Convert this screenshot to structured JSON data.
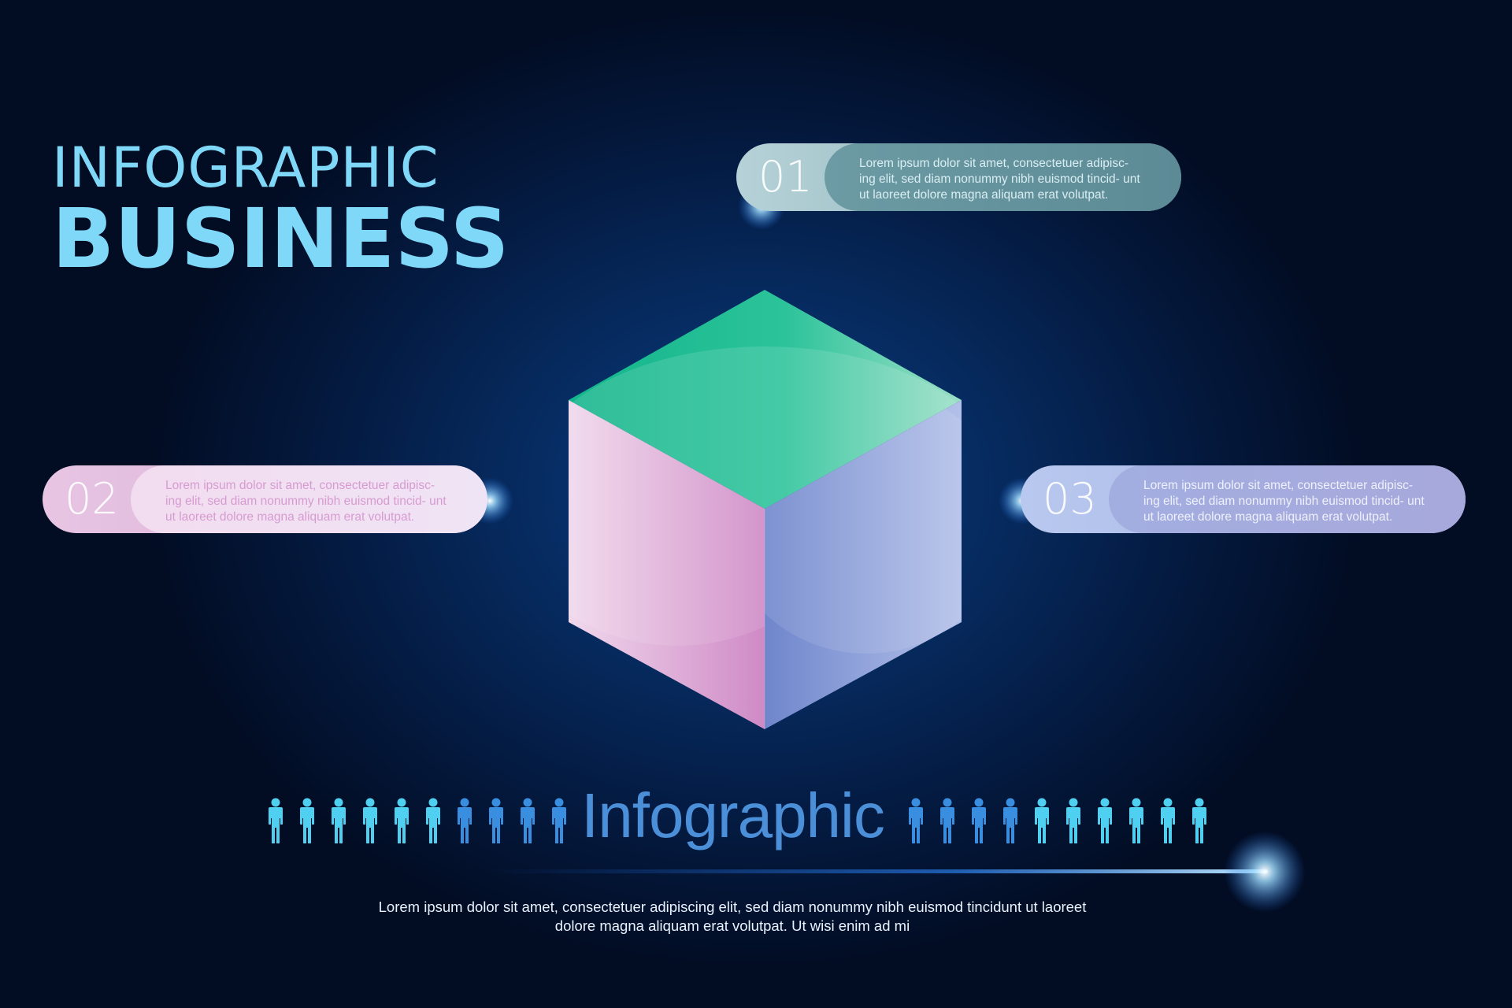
{
  "title": {
    "line1": "INFOGRAPHIC",
    "line2": "BUSINESS"
  },
  "callouts": [
    {
      "number": "01",
      "text": "Lorem ipsum dolor sit amet, consectetuer adipisc- ing elit, sed diam nonummy nibh euismod tincid- unt ut laoreet dolore magna aliquam erat volutpat.",
      "color": "#7fa8b0"
    },
    {
      "number": "02",
      "text": "Lorem ipsum dolor sit amet, consectetuer adipisc- ing elit, sed diam nonummy nibh euismod tincid- unt ut laoreet dolore magna aliquam erat volutpat.",
      "color": "#d9a9d4"
    },
    {
      "number": "03",
      "text": "Lorem ipsum dolor sit amet, consectetuer adipisc- ing elit, sed diam nonummy nibh euismod tincid- unt ut laoreet dolore magna aliquam erat volutpat.",
      "color": "#a3aee0"
    }
  ],
  "infographic_label": "Infographic",
  "people_icons": {
    "left_count": 10,
    "right_count": 10,
    "colors": [
      "#4fd0f0",
      "#3a8ee0"
    ]
  },
  "footer_text": "Lorem ipsum dolor sit amet, consectetuer adipiscing elit, sed diam nonummy nibh euismod tincidunt ut laoreet dolore magna aliquam erat volutpat. Ut wisi enim ad mi",
  "cube": {
    "top_color": "#2cc39a",
    "left_color": "#d48fc8",
    "right_color": "#7f8fd0"
  },
  "background_color": "#062a5e"
}
